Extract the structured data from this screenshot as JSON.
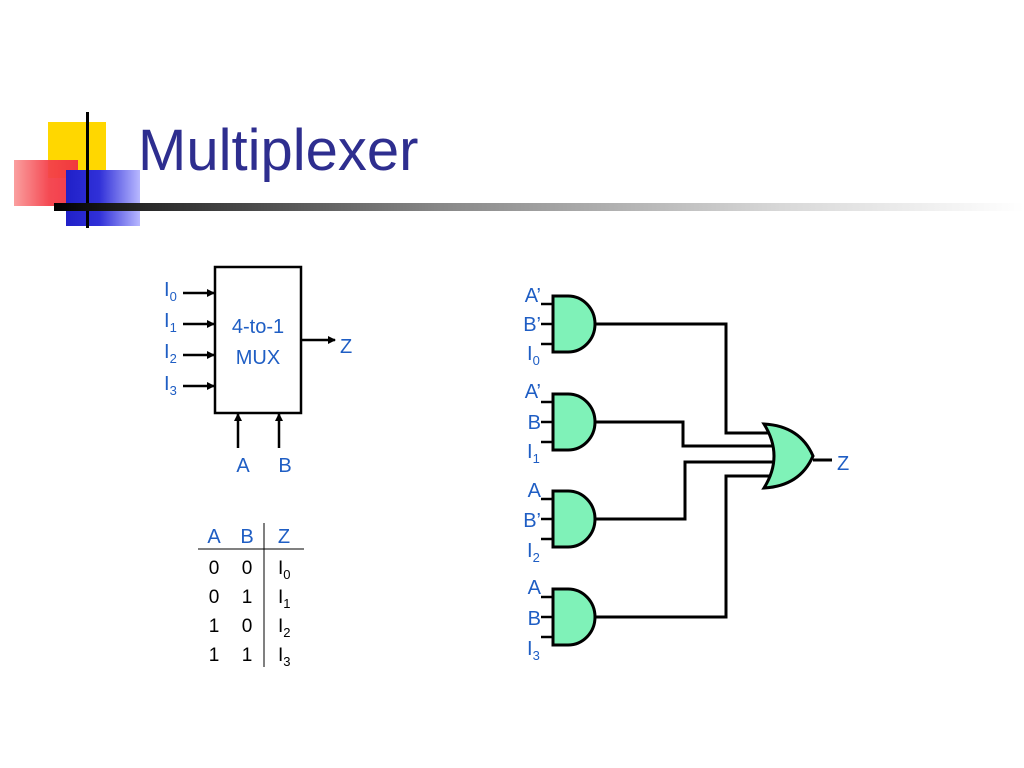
{
  "title": "Multiplexer",
  "mux": {
    "inputs": [
      {
        "name": "I",
        "sub": "0"
      },
      {
        "name": "I",
        "sub": "1"
      },
      {
        "name": "I",
        "sub": "2"
      },
      {
        "name": "I",
        "sub": "3"
      }
    ],
    "label_line1": "4-to-1",
    "label_line2": "MUX",
    "output": "Z",
    "select_a": "A",
    "select_b": "B"
  },
  "truth_table": {
    "headers": [
      "A",
      "B",
      "Z"
    ],
    "rows": [
      [
        "0",
        "0",
        "I",
        "0"
      ],
      [
        "0",
        "1",
        "I",
        "1"
      ],
      [
        "1",
        "0",
        "I",
        "2"
      ],
      [
        "1",
        "1",
        "I",
        "3"
      ]
    ]
  },
  "gates": [
    {
      "in1": "A’",
      "in2": "B’",
      "in3": "I",
      "in3_sub": "0"
    },
    {
      "in1": "A’",
      "in2": "B",
      "in3": "I",
      "in3_sub": "1"
    },
    {
      "in1": "A",
      "in2": "B’",
      "in3": "I",
      "in3_sub": "2"
    },
    {
      "in1": "A",
      "in2": "B",
      "in3": "I",
      "in3_sub": "3"
    }
  ],
  "or_output": "Z",
  "colors": {
    "title": "#2e2e8f",
    "label": "#1f5ec4",
    "gate_fill": "#7ff2b8",
    "wire": "#000000"
  }
}
